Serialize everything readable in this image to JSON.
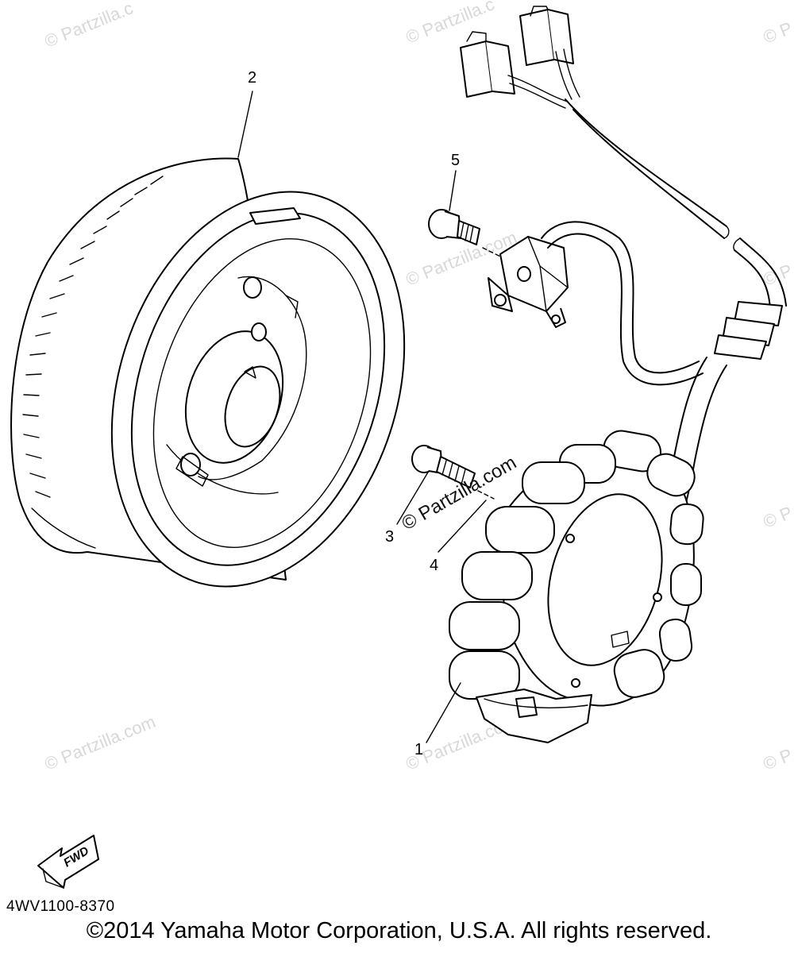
{
  "callouts": {
    "part_1": "1",
    "part_2": "2",
    "part_3": "3",
    "part_4": "4",
    "part_5": "5"
  },
  "watermarks": {
    "text": "© Partzilla.com",
    "tile_left": "© Partzilla.c",
    "tile_right": "© P"
  },
  "direction_badge": "FWD",
  "part_code": "4WV1100-8370",
  "copyright": "©2014 Yamaha Motor Corporation, U.S.A. All rights reserved."
}
